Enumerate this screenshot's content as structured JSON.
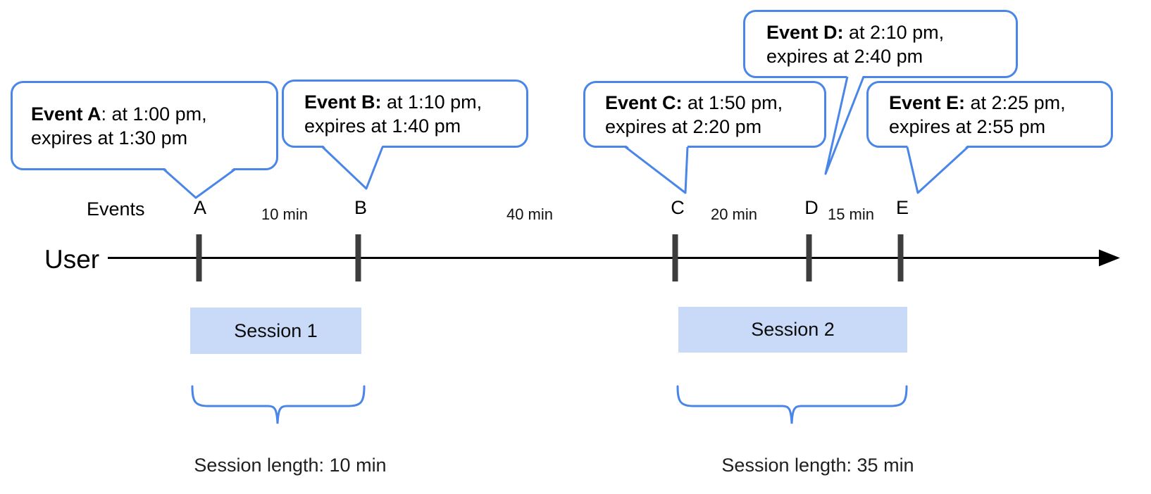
{
  "diagram": {
    "type": "timeline-sessions",
    "colors": {
      "bubble_border": "#4a86e8",
      "brace": "#4a86e8",
      "session_fill": "#c9daf8",
      "tick": "#3d3d3d",
      "axis": "#000000",
      "text": "#000000"
    }
  },
  "bubbles": [
    {
      "id": "A",
      "bold": "Event A",
      "rest": ": at 1:00 pm,",
      "line2": "expires at 1:30 pm"
    },
    {
      "id": "B",
      "bold": "Event B:",
      "rest": " at 1:10 pm,",
      "line2": "expires at 1:40 pm"
    },
    {
      "id": "C",
      "bold": "Event C:",
      "rest": " at 1:50 pm,",
      "line2": "expires at 2:20 pm"
    },
    {
      "id": "D",
      "bold": "Event D:",
      "rest": " at 2:10 pm,",
      "line2": "expires at 2:40 pm"
    },
    {
      "id": "E",
      "bold": "Event E:",
      "rest": " at 2:25 pm,",
      "line2": "expires at 2:55 pm"
    }
  ],
  "timeline": {
    "events_label": "Events",
    "user_label": "User",
    "event_marks": [
      "A",
      "B",
      "C",
      "D",
      "E"
    ],
    "intervals": [
      "10 min",
      "40 min",
      "20 min",
      "15 min"
    ]
  },
  "sessions": [
    {
      "label": "Session 1",
      "length": "Session length: 10 min"
    },
    {
      "label": "Session 2",
      "length": "Session length: 35 min"
    }
  ]
}
